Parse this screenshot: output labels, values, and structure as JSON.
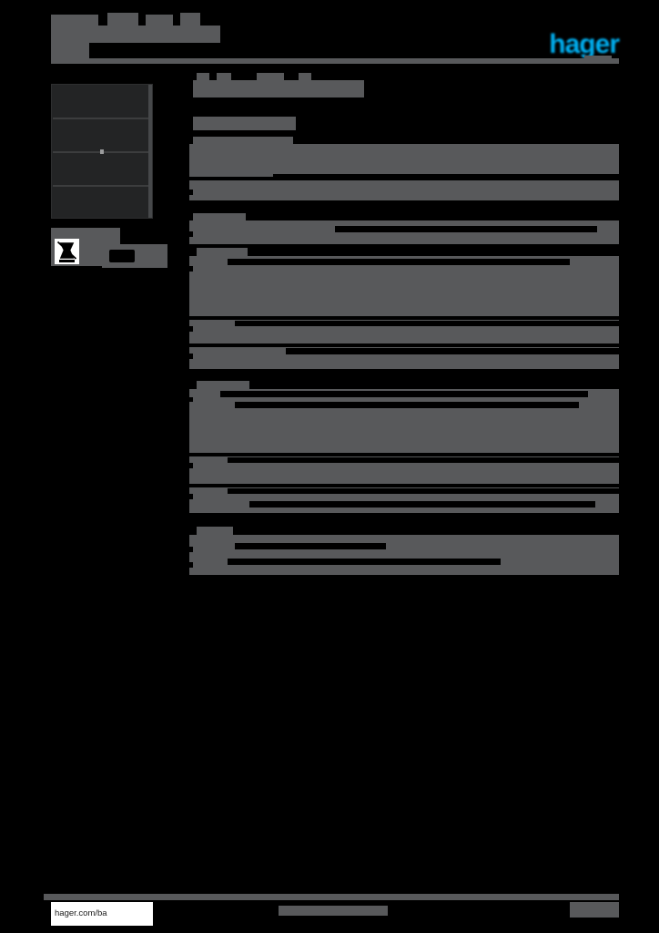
{
  "document": {
    "kind": "product-datasheet",
    "redacted": true,
    "page_background": "#000000",
    "redaction_color": "#58595b",
    "brand_color": "#00aeef"
  },
  "header": {
    "title_redacted": "",
    "logo_text": "hager",
    "rule": ""
  },
  "left_column": {
    "product_image_alt": "",
    "weee_symbol_label": "",
    "weee_extra_label": ""
  },
  "main": {
    "doc_title_redacted": "",
    "subtitle_redacted": "",
    "sections": [
      {
        "label": "",
        "rows": [
          {
            "label": "",
            "value": ""
          },
          {
            "label": "",
            "value": ""
          },
          {
            "label": "",
            "value": ""
          },
          {
            "label": "",
            "value": ""
          }
        ]
      },
      {
        "label": "",
        "rows": [
          {
            "label": "",
            "value": ""
          },
          {
            "label": "",
            "value": ""
          }
        ]
      },
      {
        "label": "",
        "rows": [
          {
            "label": "",
            "value": ""
          },
          {
            "label": "",
            "value": ""
          },
          {
            "label": "",
            "value": ""
          },
          {
            "label": "",
            "value": ""
          },
          {
            "label": "",
            "value": ""
          },
          {
            "label": "",
            "value": ""
          }
        ]
      },
      {
        "label": "",
        "rows": [
          {
            "label": "",
            "value": ""
          },
          {
            "label": "",
            "value": ""
          },
          {
            "label": "",
            "value": ""
          },
          {
            "label": "",
            "value": ""
          },
          {
            "label": "",
            "value": ""
          },
          {
            "label": "",
            "value": ""
          },
          {
            "label": "",
            "value": ""
          }
        ]
      },
      {
        "label": "",
        "rows": [
          {
            "label": "",
            "value": ""
          },
          {
            "label": "",
            "value": ""
          },
          {
            "label": "",
            "value": ""
          }
        ]
      }
    ]
  },
  "footer": {
    "url": "hager.com/ba",
    "center_redacted": "",
    "right_redacted": ""
  }
}
